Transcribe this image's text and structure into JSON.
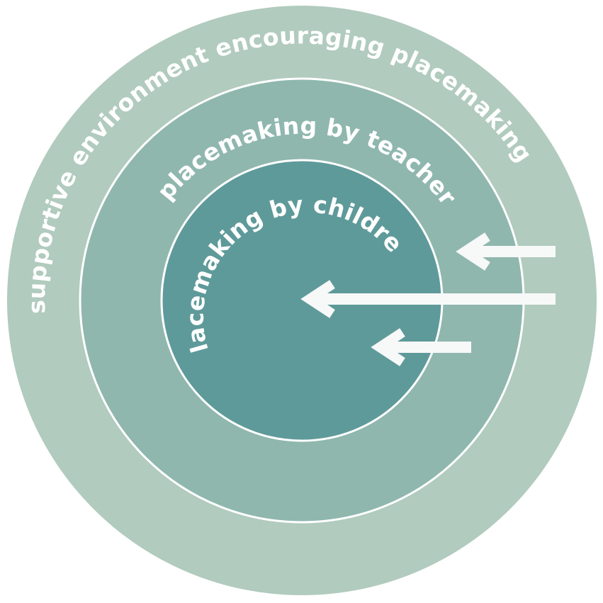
{
  "rings": [
    {
      "id": "outer",
      "label": "supportive environment encouraging placemaking",
      "fill": "#b1cbbe"
    },
    {
      "id": "middle",
      "label": "placemaking by teachers",
      "fill": "#8fb7ae"
    },
    {
      "id": "inner",
      "label": "placemaking by children",
      "fill": "#5f9a9a"
    }
  ],
  "colors": {
    "divider": "#ffffff",
    "arrow": "#f7f8f8",
    "text": "#ffffff"
  }
}
